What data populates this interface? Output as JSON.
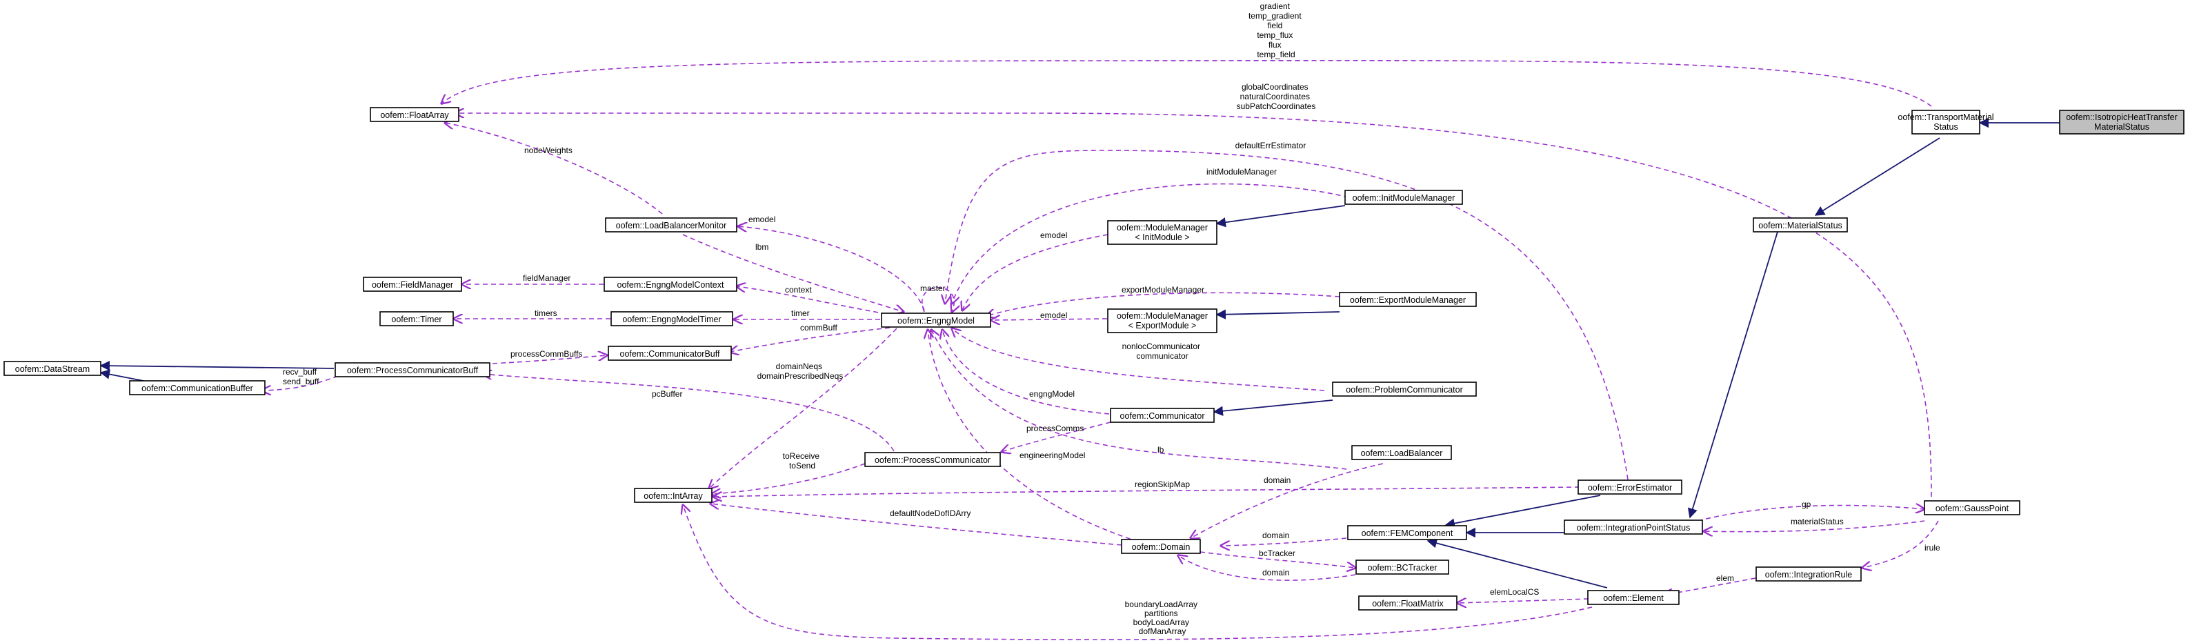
{
  "colors": {
    "inheritance": "#191970",
    "usage": "#9a32cd",
    "node_border": "#000000",
    "focus_fill": "#bfbfbf"
  },
  "nodes": {
    "isotropic": [
      "oofem::IsotropicHeatTransfer",
      "MaterialStatus"
    ],
    "transport": [
      "oofem::TransportMaterial",
      "Status"
    ],
    "materialstatus": [
      "oofem::MaterialStatus"
    ],
    "floatarray": [
      "oofem::FloatArray"
    ],
    "lbmonitor": [
      "oofem::LoadBalancerMonitor"
    ],
    "initmm": [
      "oofem::InitModuleManager"
    ],
    "mminit": [
      "oofem::ModuleManager",
      "< InitModule >"
    ],
    "fieldmanager": [
      "oofem::FieldManager"
    ],
    "emcontext": [
      "oofem::EngngModelContext"
    ],
    "timer": [
      "oofem::Timer"
    ],
    "emtimer": [
      "oofem::EngngModelTimer"
    ],
    "engngmodel": [
      "oofem::EngngModel"
    ],
    "exportmm": [
      "oofem::ExportModuleManager"
    ],
    "mmexport": [
      "oofem::ModuleManager",
      "< ExportModule >"
    ],
    "commbuff": [
      "oofem::CommunicatorBuff"
    ],
    "datastream": [
      "oofem::DataStream"
    ],
    "pcbuff": [
      "oofem::ProcessCommunicatorBuff"
    ],
    "commbuffer": [
      "oofem::CommunicationBuffer"
    ],
    "problemcomm": [
      "oofem::ProblemCommunicator"
    ],
    "communicator": [
      "oofem::Communicator"
    ],
    "proccomm": [
      "oofem::ProcessCommunicator"
    ],
    "loadbalancer": [
      "oofem::LoadBalancer"
    ],
    "intarray": [
      "oofem::IntArray"
    ],
    "errorestimator": [
      "oofem::ErrorEstimator"
    ],
    "gausspoint": [
      "oofem::GaussPoint"
    ],
    "femcomponent": [
      "oofem::FEMComponent"
    ],
    "ipstatus": [
      "oofem::IntegrationPointStatus"
    ],
    "domain": [
      "oofem::Domain"
    ],
    "bctracker": [
      "oofem::BCTracker"
    ],
    "integrationrule": [
      "oofem::IntegrationRule"
    ],
    "floatmatrix": [
      "oofem::FloatMatrix"
    ],
    "element": [
      "oofem::Element"
    ]
  },
  "edge_labels": {
    "transport_floatarray": [
      "gradient",
      "temp_gradient",
      "field",
      "temp_flux",
      "flux",
      "temp_field"
    ],
    "gausspoint_floatarray": [
      "globalCoordinates",
      "naturalCoordinates",
      "subPatchCoordinates"
    ],
    "lbmonitor_floatarray": [
      "nodeWeights"
    ],
    "errorestimator_engng": [
      "defaultErrEstimator"
    ],
    "initmm_engng": [
      "initModuleManager"
    ],
    "engng_lbmonitor": [
      "emodel"
    ],
    "lbmonitor_engng": [
      "lbm"
    ],
    "mminit_engng": [
      "emodel"
    ],
    "emcontext_fieldmanager": [
      "fieldManager"
    ],
    "engng_emcontext": [
      "context"
    ],
    "engng_self": [
      "master"
    ],
    "emtimer_timer": [
      "timers"
    ],
    "engng_emtimer": [
      "timer"
    ],
    "engng_commbuff": [
      "commBuff"
    ],
    "exportmm_engng": [
      "exportModuleManager"
    ],
    "mmexport_engng": [
      "emodel"
    ],
    "pcbuff_commbuff": [
      "processCommBuffs"
    ],
    "pcbuff_commbuffer": [
      "recv_buff",
      "send_buff"
    ],
    "problemcomm_engng": [
      "nonlocCommunicator",
      "communicator"
    ],
    "engng_intarray": [
      "domainNeqs",
      "domainPrescribedNeqs"
    ],
    "proccomm_pcbuff": [
      "pcBuffer"
    ],
    "communicator_engng": [
      "engngModel"
    ],
    "communicator_proccomm": [
      "processComms"
    ],
    "loadbalancer_engng": [
      "lb"
    ],
    "proccomm_intarray": [
      "toReceive",
      "toSend"
    ],
    "errorestimator_intarray": [
      "regionSkipMap"
    ],
    "domain_engng": [
      "engineeringModel"
    ],
    "domain_intarray": [
      "defaultNodeDofIDArry"
    ],
    "domain_loadbalancer": [
      "domain"
    ],
    "domain_femcomponent": [
      "domain"
    ],
    "domain_bctracker": [
      "bcTracker"
    ],
    "bctracker_domain": [
      "domain"
    ],
    "ipstatus_gausspoint": [
      "gp"
    ],
    "gausspoint_ipstatus": [
      "materialStatus"
    ],
    "integrationrule_gausspoint": [
      "irule"
    ],
    "element_integrationrule": [
      "elem"
    ],
    "element_floatmatrix": [
      "elemLocalCS"
    ],
    "element_intarray": [
      "boundaryLoadArray",
      "partitions",
      "bodyLoadArray",
      "dofManArray"
    ]
  }
}
